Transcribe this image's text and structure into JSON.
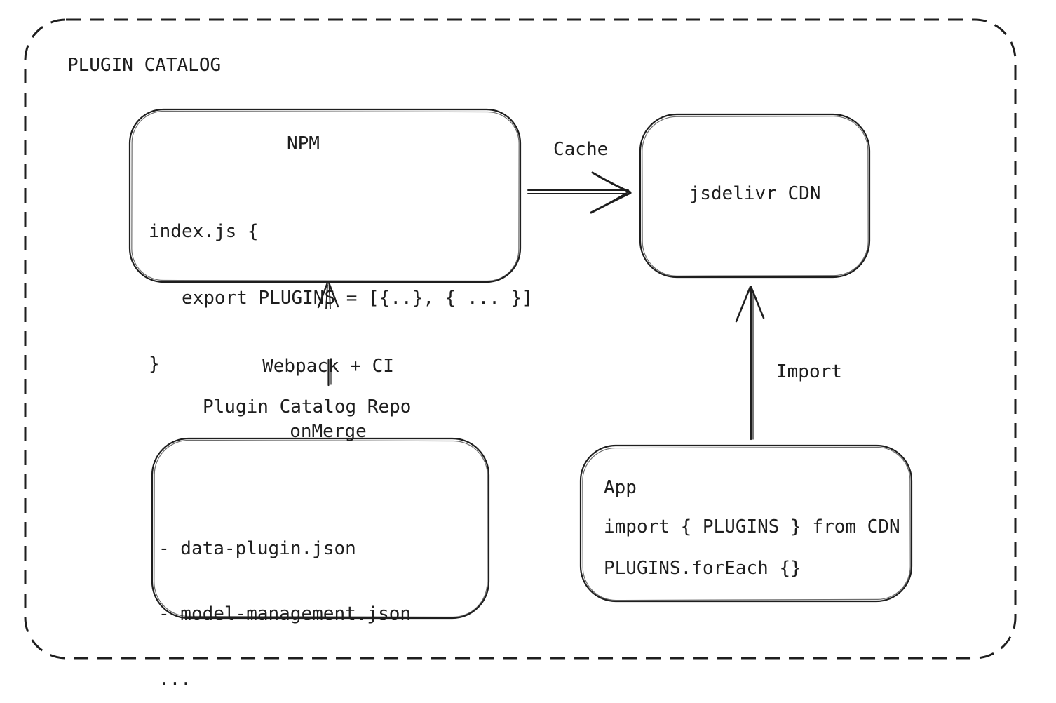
{
  "diagram": {
    "title": "PLUGIN CATALOG",
    "npm": {
      "title": "NPM",
      "code": [
        "index.js {",
        "   export PLUGINS = [{..}, { ... }]",
        "}"
      ]
    },
    "cdn": {
      "label": "jsdelivr CDN"
    },
    "repo": {
      "label": "Plugin Catalog Repo",
      "files": [
        "- data-plugin.json",
        "- model-management.json",
        "..."
      ]
    },
    "app": {
      "title": "App",
      "code": [
        "import { PLUGINS } from CDN",
        "PLUGINS.forEach {}"
      ]
    },
    "edges": {
      "cache": "Cache",
      "build": [
        "Webpack + CI",
        "onMerge"
      ],
      "import": "Import"
    }
  },
  "colors": {
    "stroke": "#1e1e1e",
    "background": "#ffffff"
  }
}
